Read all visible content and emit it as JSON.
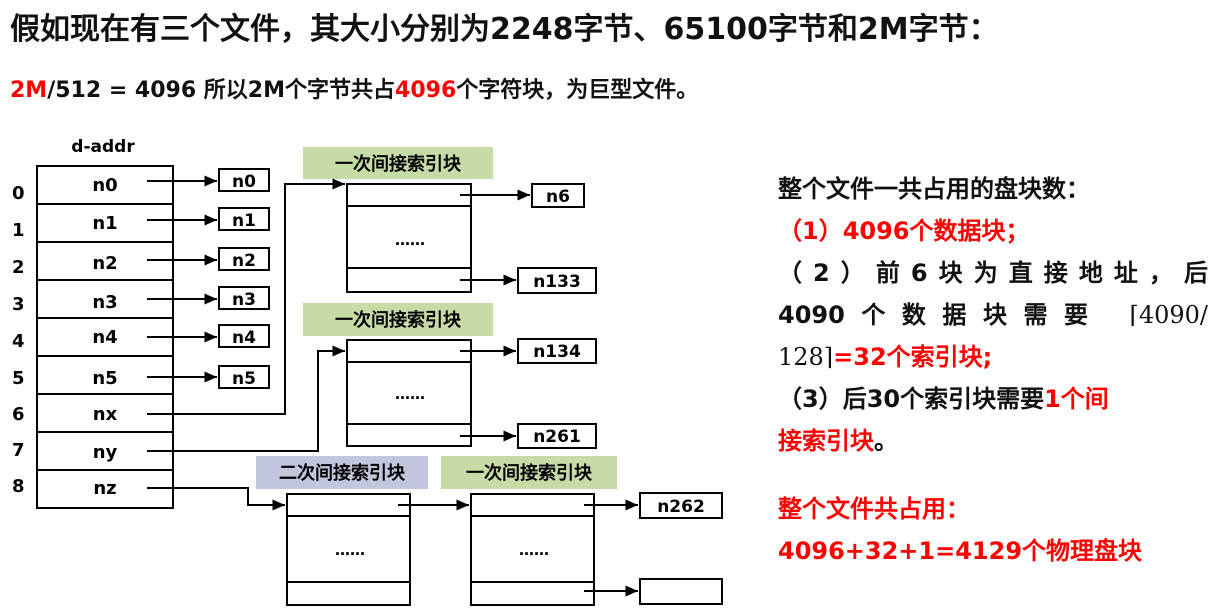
{
  "header": {
    "title": "假如现在有三个文件，其大小分别为2248字节、65100字节和2M字节：",
    "sub_prefix": "2M",
    "sub_middle": "/512 = 4096 所以2M个字节共占",
    "sub_highlight": "4096",
    "sub_suffix": "个字符块，为巨型文件。"
  },
  "diagram": {
    "column_header": "d-addr",
    "row_indices": [
      "0",
      "1",
      "2",
      "3",
      "4",
      "5",
      "6",
      "7",
      "8"
    ],
    "slots": [
      "n0",
      "n1",
      "n2",
      "n3",
      "n4",
      "n5",
      "nx",
      "ny",
      "nz"
    ],
    "direct_blocks": [
      "n0",
      "n1",
      "n2",
      "n3",
      "n4",
      "n5"
    ],
    "index_label_single": "一次间接索引块",
    "index_label_double": "二次间接索引块",
    "ellipsis": "……",
    "block1_first": "n6",
    "block1_last": "n133",
    "block2_first": "n134",
    "block2_last": "n261",
    "block3_first": "n262",
    "block3_last": ""
  },
  "info": {
    "heading": "整个文件一共占用的盘块数：",
    "item1": "（1）4096个数据块；",
    "item2_line1": "（2）前6块为直接地址，后",
    "item2_line2": "4090个数据块需要",
    "item2_formula": "⌈4090/",
    "item2_line3_formula": "128⌉",
    "item2_line3_rest": "=32个索引块;",
    "item3_line1": "（3）后30个索引块需要",
    "item3_highlight1": "1个间",
    "item3_highlight2": "接索引块",
    "item3_end": "。",
    "total_label": "整个文件共占用：",
    "total_formula": "4096+32+1=4129个物理盘块"
  },
  "colors": {
    "highlight_red": "#ff0000",
    "index_green": "#c6dba5",
    "index_lavender": "#c3c7de",
    "stroke": "#000000"
  }
}
